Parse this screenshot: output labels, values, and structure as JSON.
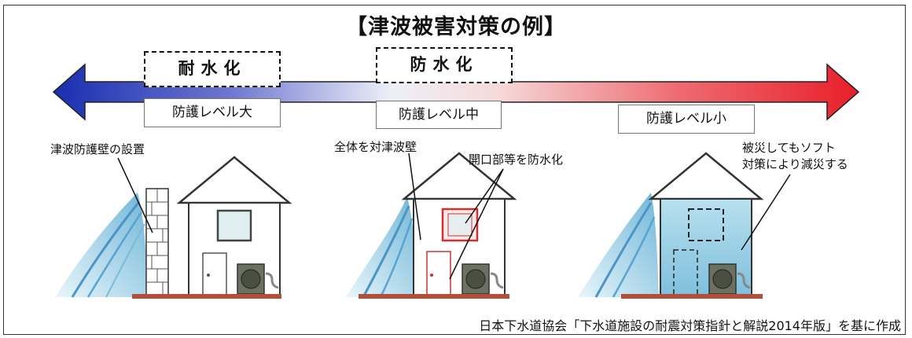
{
  "title": "【津波被害対策の例】",
  "strategies": [
    {
      "label": "耐水化",
      "level": "防護レベル大"
    },
    {
      "label": "防水化",
      "level": "防護レベル中"
    },
    {
      "label": "",
      "level": "防護レベル小"
    }
  ],
  "notes": {
    "wall": "津波防護壁の設置",
    "whole": "全体を対津波壁",
    "openings": "開口部等を防水化",
    "soft_line1": "被災してもソフト",
    "soft_line2": "対策により減災する"
  },
  "credit": "日本下水道協会「下水道施設の耐震対策指針と解説2014年版」を基に作成",
  "colors": {
    "left": "#1a2fb0",
    "middle": "#f2f2f6",
    "right": "#e8202a",
    "roof": "#444444",
    "ground": "#b0503a",
    "highlight": "#d03030",
    "flood": "#9fd4ea"
  }
}
